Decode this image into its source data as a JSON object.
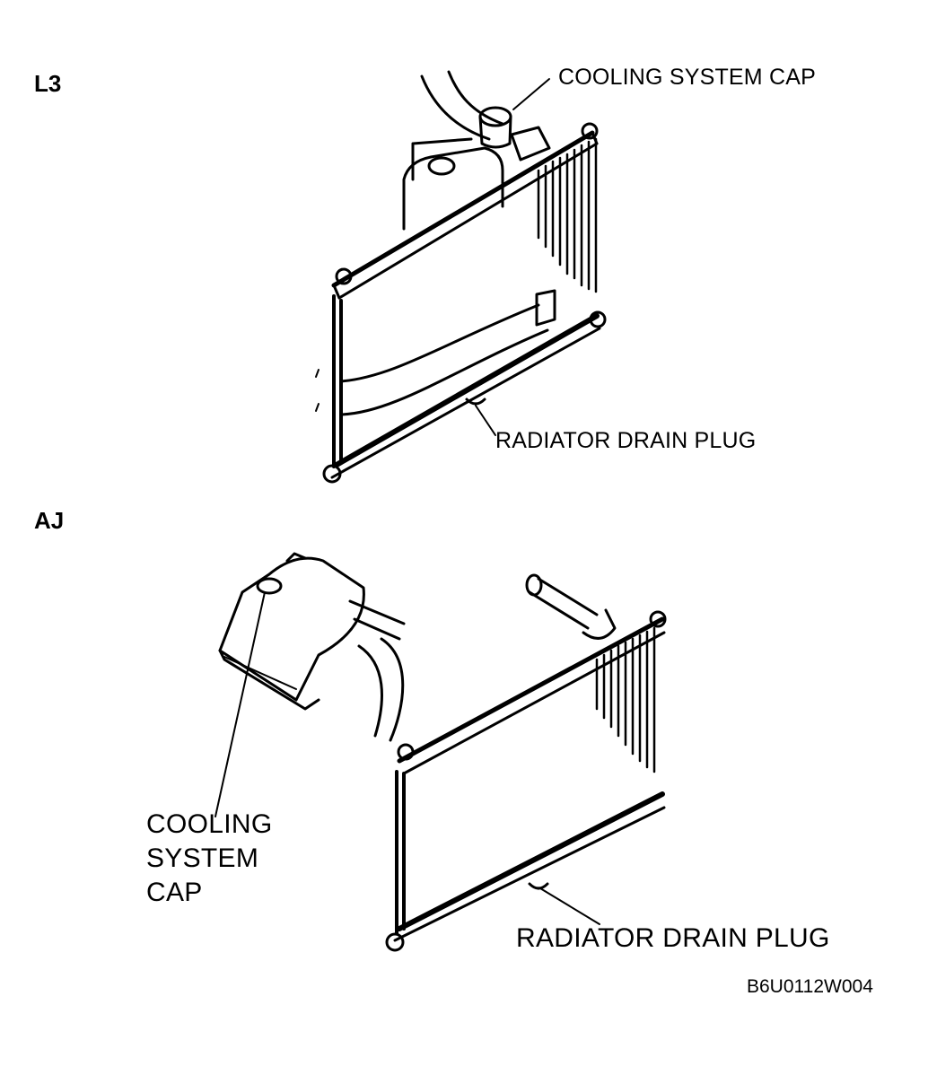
{
  "sections": {
    "l3": {
      "label": "L3",
      "cap_label": "COOLING SYSTEM CAP",
      "drain_label": "RADIATOR DRAIN PLUG"
    },
    "aj": {
      "label": "AJ",
      "cap_label_lines": [
        "COOLING",
        "SYSTEM",
        "CAP"
      ],
      "drain_label": "RADIATOR DRAIN PLUG"
    }
  },
  "figure_code": "B6U0112W004",
  "colors": {
    "ink": "#000000",
    "paper": "#ffffff"
  }
}
